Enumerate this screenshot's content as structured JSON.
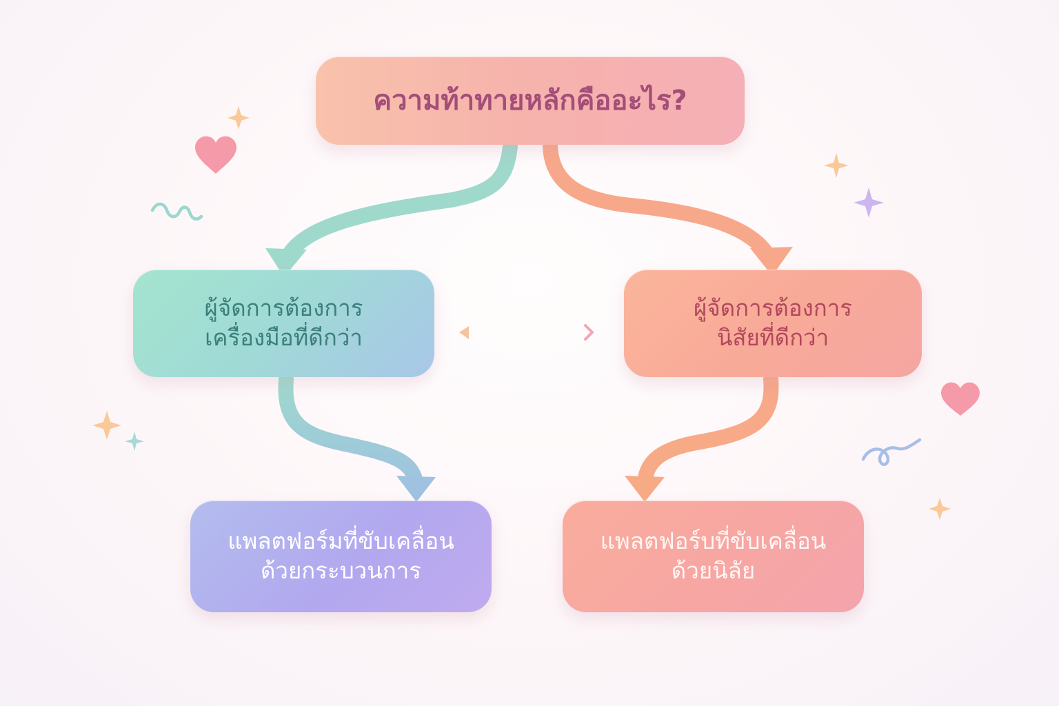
{
  "root": {
    "label": "ความท้าทายหลักคืออะไร?"
  },
  "left_branch": {
    "line1": "ผู้จัดการต้องการ",
    "line2": "เครื่องมือที่ดีกว่า"
  },
  "right_branch": {
    "line1": "ผู้จัดการต้องการ",
    "line2": "นิสัยที่ดีกว่า"
  },
  "left_leaf": {
    "line1": "แพลตฟอร์มที่ขับเคลื่อน",
    "line2": "ด้วยกระบวนการ"
  },
  "right_leaf": {
    "line1": "แพลตฟอร์บที่ขับเคลื่อน",
    "line2": "ด้วยนิลัย"
  },
  "colors": {
    "teal_arrow": "#9fd9cc",
    "blue_arrow": "#9ec2e0",
    "peach_arrow": "#f8a88a",
    "orange_arrow": "#f7ab85",
    "heart": "#f59aa8",
    "sparkle_gold": "#f9c99a",
    "sparkle_lilac": "#cdb6ef",
    "squiggle_teal": "#9ad7cf",
    "squiggle_blue": "#a7bfe6"
  }
}
